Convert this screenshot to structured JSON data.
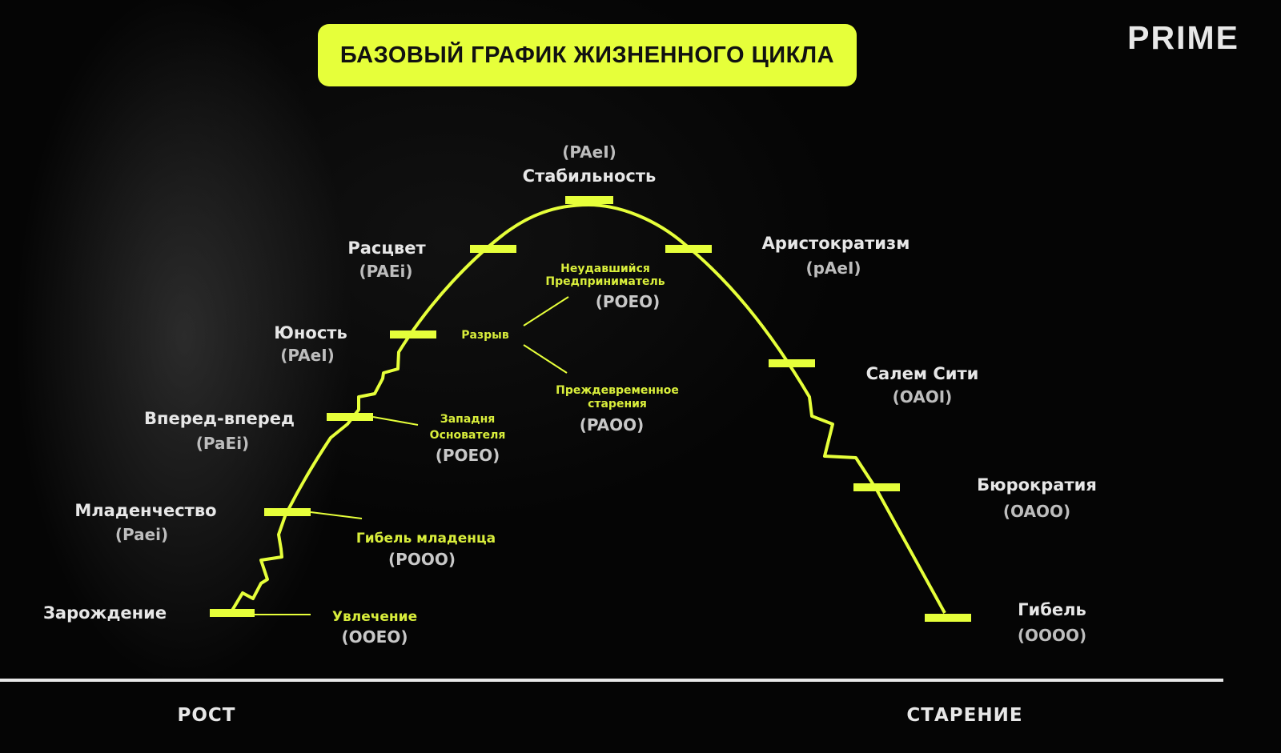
{
  "title": "БАЗОВЫЙ ГРАФИК ЖИЗНЕННОГО ЦИКЛА",
  "logo": "PRIME",
  "colors": {
    "accent": "#e6ff3a",
    "background": "#000000",
    "text": "#e7e7e7"
  },
  "stages": {
    "zarozhdenie": {
      "name": "Зарождение"
    },
    "mladenchestvo": {
      "name": "Младенчество",
      "code": "(Paei)"
    },
    "vpered": {
      "name": "Вперед-вперед",
      "code": "(PaEi)"
    },
    "yunost": {
      "name": "Юность",
      "code": "(PAeI)"
    },
    "rastsvet": {
      "name": "Расцвет",
      "code": "(PAEi)"
    },
    "stabilnost": {
      "name": "Стабильность",
      "code": "(PAeI)"
    },
    "aristokratizm": {
      "name": "Аристократизм",
      "code": "(pAeI)"
    },
    "salem": {
      "name": "Салем Сити",
      "code": "(OAOI)"
    },
    "burokratiya": {
      "name": "Бюрократия",
      "code": "(OAOO)"
    },
    "gibel": {
      "name": "Гибель",
      "code": "(OOOO)"
    }
  },
  "traps": {
    "uvlechenie": {
      "name": "Увлечение",
      "code": "(OOEO)"
    },
    "gibel_mladentsa": {
      "name": "Гибель младенца",
      "code": "(POOO)"
    },
    "zapadnya": {
      "line1": "Западня",
      "line2": "Основателя",
      "code": "(POEO)"
    },
    "razryv": {
      "name": "Разрыв"
    },
    "neudavshiysya": {
      "line1": "Неудавшийся",
      "line2": "Предприниматель",
      "code": "(POEO)"
    },
    "prezhdevremennoe": {
      "line1": "Преждевременное",
      "line2": "старения",
      "code": "(PAOO)"
    }
  },
  "axis": {
    "growth": "РОСТ",
    "aging": "СТАРЕНИЕ"
  }
}
